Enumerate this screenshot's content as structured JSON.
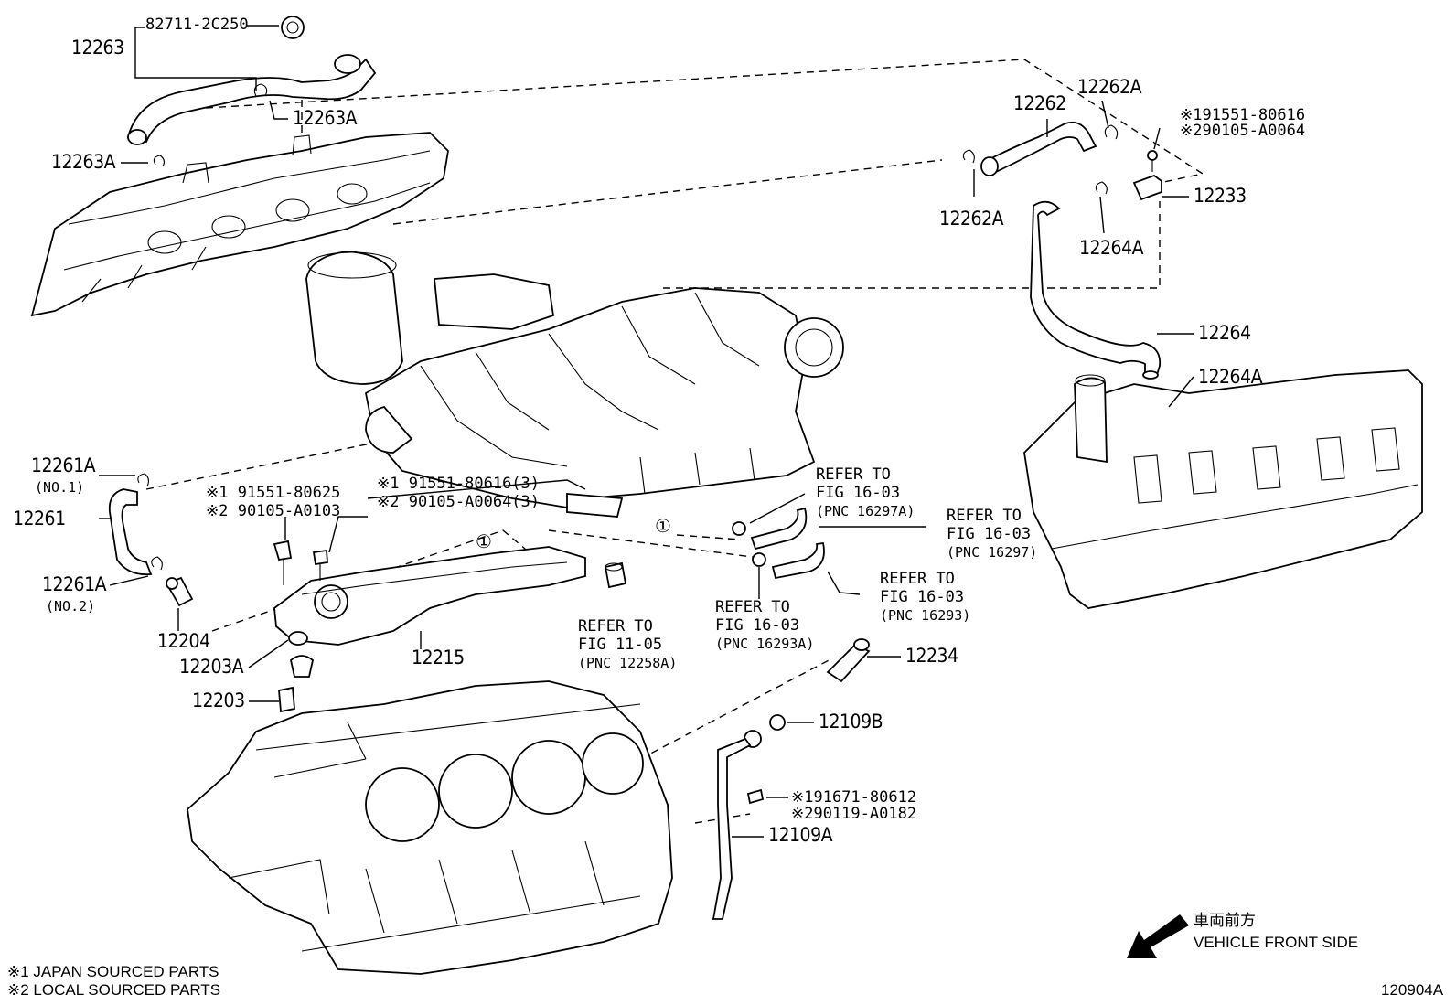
{
  "labels": {
    "p82711": "82711-2C250",
    "p12263": "12263",
    "p12263A_top": "12263A",
    "p12263A_left": "12263A",
    "p12262": "12262",
    "p12262A_top": "12262A",
    "p12262A_left": "12262A",
    "p191551": "※191551-80616",
    "p290105": "※290105-A0064",
    "p12233": "12233",
    "p12264A_top": "12264A",
    "p12264": "12264",
    "p12264A_right": "12264A",
    "p12261A_1": "12261A",
    "no1": "(NO.1)",
    "p12261": "12261",
    "p12261A_2": "12261A",
    "no2": "(NO.2)",
    "p12204": "12204",
    "p12203A": "12203A",
    "p12203": "12203",
    "p12215": "12215",
    "bolt1_a": "※1 91551-80625",
    "bolt1_b": "※2 90105-A0103",
    "bolt2_a": "※1 91551-80616(3)",
    "bolt2_b": "※2 90105-A0064(3)",
    "ref1_a": "REFER TO",
    "ref1_b": "FIG 11-05",
    "ref1_c": "(PNC 12258A)",
    "ref2_a": "REFER TO",
    "ref2_b": "FIG 16-03",
    "ref2_c": "(PNC 16297A)",
    "ref3_a": "REFER TO",
    "ref3_b": "FIG 16-03",
    "ref3_c": "(PNC 16297)",
    "ref4_a": "REFER TO",
    "ref4_b": "FIG 16-03",
    "ref4_c": "(PNC 16293)",
    "ref5_a": "REFER TO",
    "ref5_b": "FIG 16-03",
    "ref5_c": "(PNC 16293A)",
    "p12234": "12234",
    "p12109B": "12109B",
    "bolt3_a": "※191671-80612",
    "bolt3_b": "※290119-A0182",
    "p12109A": "12109A",
    "circle1": "①",
    "circle2": "①",
    "front_jp": "車両前方",
    "front_en": "VEHICLE FRONT SIDE",
    "note1": "※1 JAPAN SOURCED PARTS",
    "note2": "※2 LOCAL SOURCED PARTS",
    "fig_id": "120904A"
  }
}
